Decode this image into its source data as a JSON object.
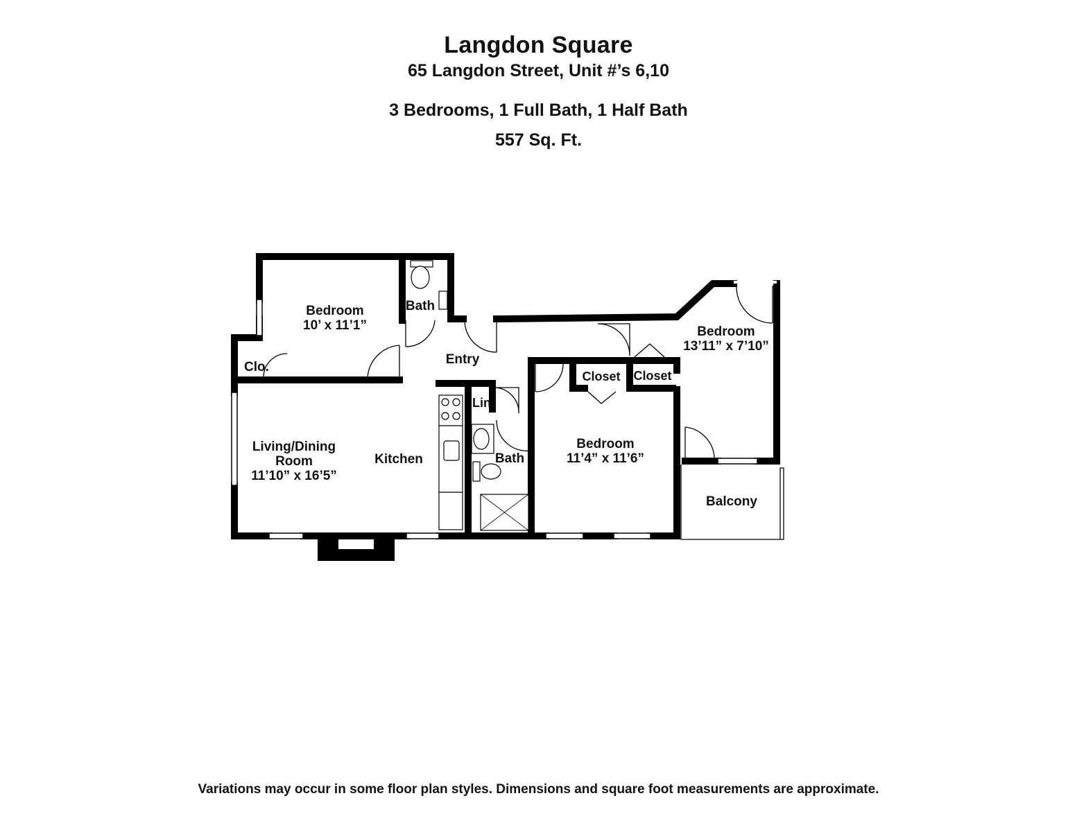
{
  "header": {
    "title": "Langdon Square",
    "address": "65 Langdon Street, Unit #’s 6,10",
    "rooms_summary": "3 Bedrooms, 1 Full Bath, 1 Half Bath",
    "area": "557 Sq. Ft."
  },
  "rooms": {
    "bedroom_nw": {
      "name": "Bedroom",
      "dims": "10’ x 11’1”"
    },
    "half_bath": {
      "name": "Bath"
    },
    "closet_nw": {
      "name": "Clo."
    },
    "entry": {
      "name": "Entry"
    },
    "living": {
      "name_line1": "Living/Dining",
      "name_line2": "Room",
      "dims": "11’10” x 16’5”"
    },
    "kitchen": {
      "name": "Kitchen"
    },
    "linen": {
      "name": "Lin."
    },
    "full_bath": {
      "name": "Bath"
    },
    "bedroom_center": {
      "name": "Bedroom",
      "dims": "11’4” x 11’6”"
    },
    "closet_a": {
      "name": "Closet"
    },
    "closet_b": {
      "name": "Closet"
    },
    "bedroom_ne": {
      "name": "Bedroom",
      "dims": "13’11” x 7’10”"
    },
    "balcony": {
      "name": "Balcony"
    }
  },
  "footer": {
    "disclaimer": "Variations may occur in some floor plan styles. Dimensions and square foot measurements are approximate."
  }
}
